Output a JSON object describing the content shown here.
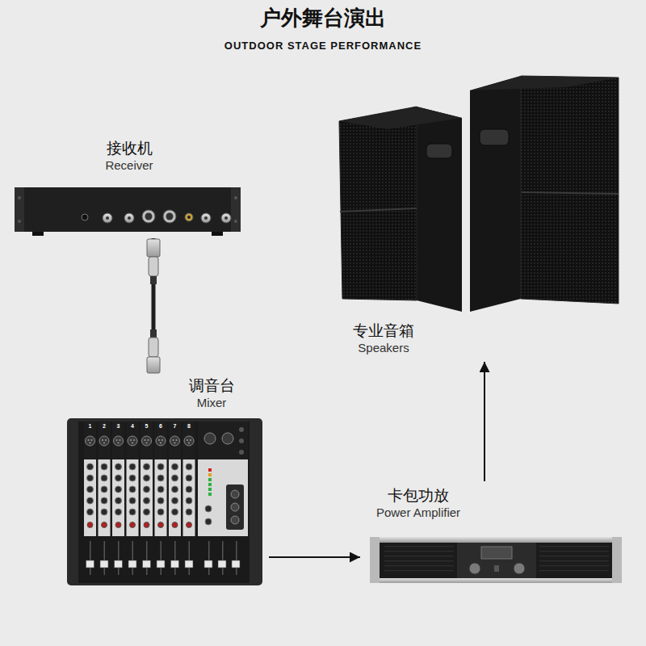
{
  "diagram": {
    "title": "户外舞台演出",
    "nodes": [
      {
        "text": [
          "接收机",
          "Receiver"
        ]
      },
      {
        "text": [
          "专业音箱",
          "Speakers"
        ]
      },
      {
        "text": [
          "调音台",
          "Mixer"
        ]
      },
      {
        "text": [
          "卡包功放",
          "Power Amplifier"
        ]
      }
    ],
    "edges": [
      {
        "from": 0,
        "to": 2,
        "arrow": "none"
      },
      {
        "from": 2,
        "to": 3,
        "arrow": "to"
      },
      {
        "from": 3,
        "to": 1,
        "arrow": "to"
      }
    ],
    "labels": [
      "OUTDOOR STAGE PERFORMANCE",
      "1",
      "2",
      "3",
      "4",
      "5",
      "6",
      "7",
      "8"
    ]
  }
}
